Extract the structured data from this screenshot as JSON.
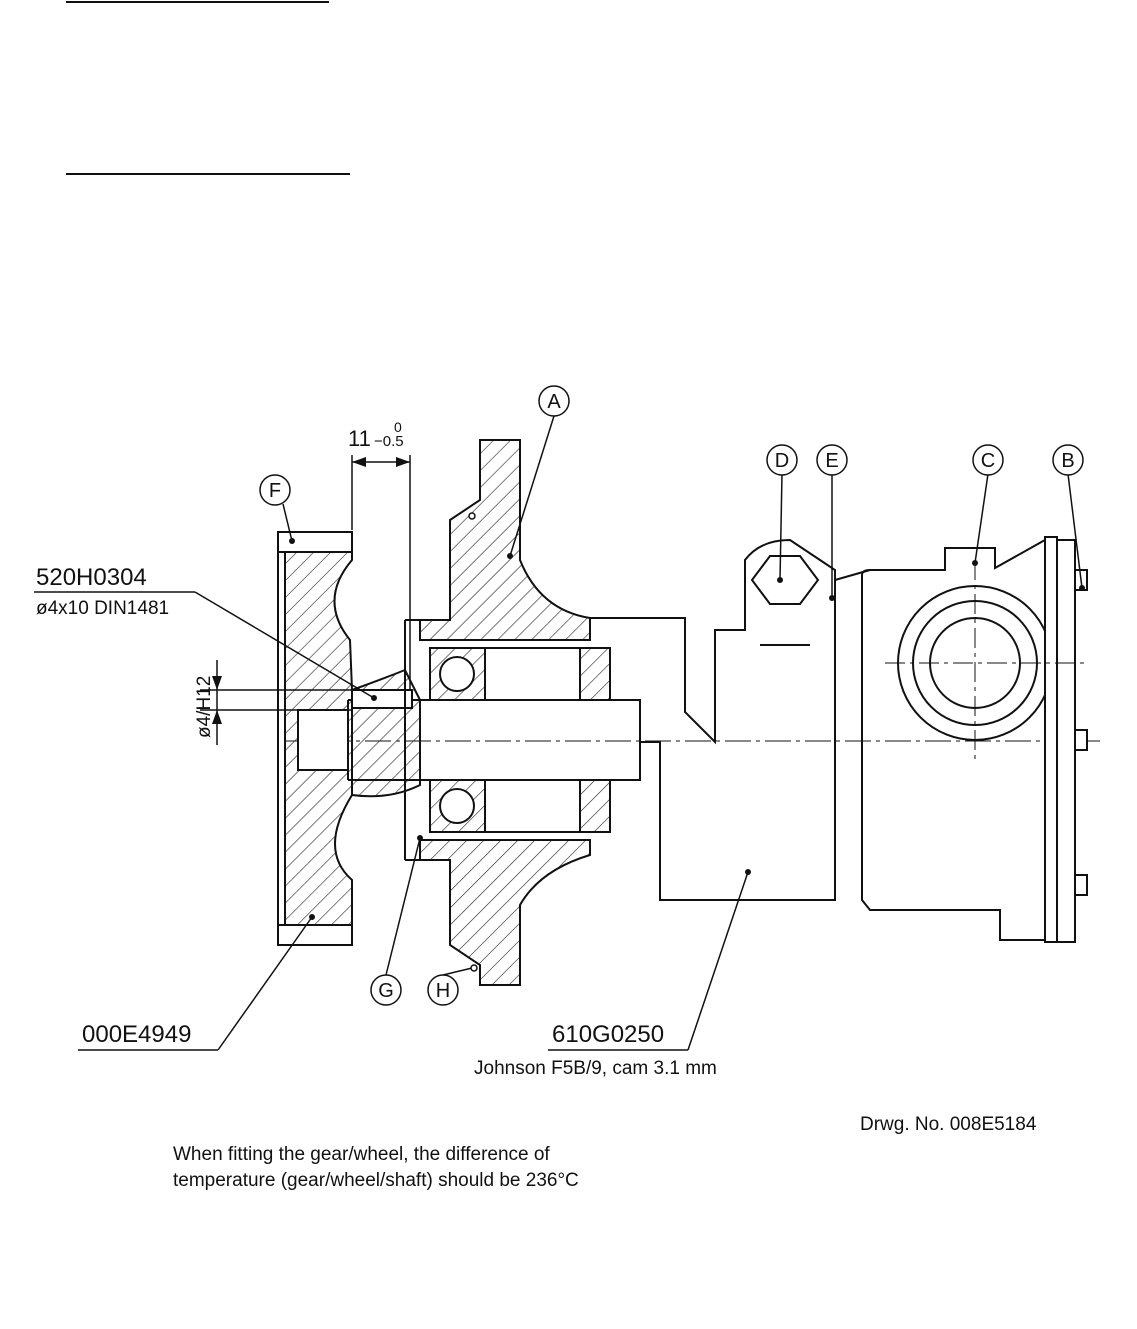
{
  "callouts": {
    "A": "A",
    "B": "B",
    "C": "C",
    "D": "D",
    "E": "E",
    "F": "F",
    "G": "G",
    "H": "H"
  },
  "parts": {
    "pin_number": "520H0304",
    "pin_spec": "ø4x10 DIN1481",
    "gear_number": "000E4949",
    "pump_number": "610G0250",
    "pump_spec": "Johnson F5B/9, cam 3.1 mm"
  },
  "dimensions": {
    "length_main": "11",
    "length_tol_upper": "0",
    "length_tol_lower": "−0.5",
    "hole": "ø4/H12"
  },
  "drawing_number": "Drwg. No. 008E5184",
  "note_lines": [
    "When fitting the gear/wheel, the difference of",
    "temperature (gear/wheel/shaft) should be 236°C"
  ]
}
